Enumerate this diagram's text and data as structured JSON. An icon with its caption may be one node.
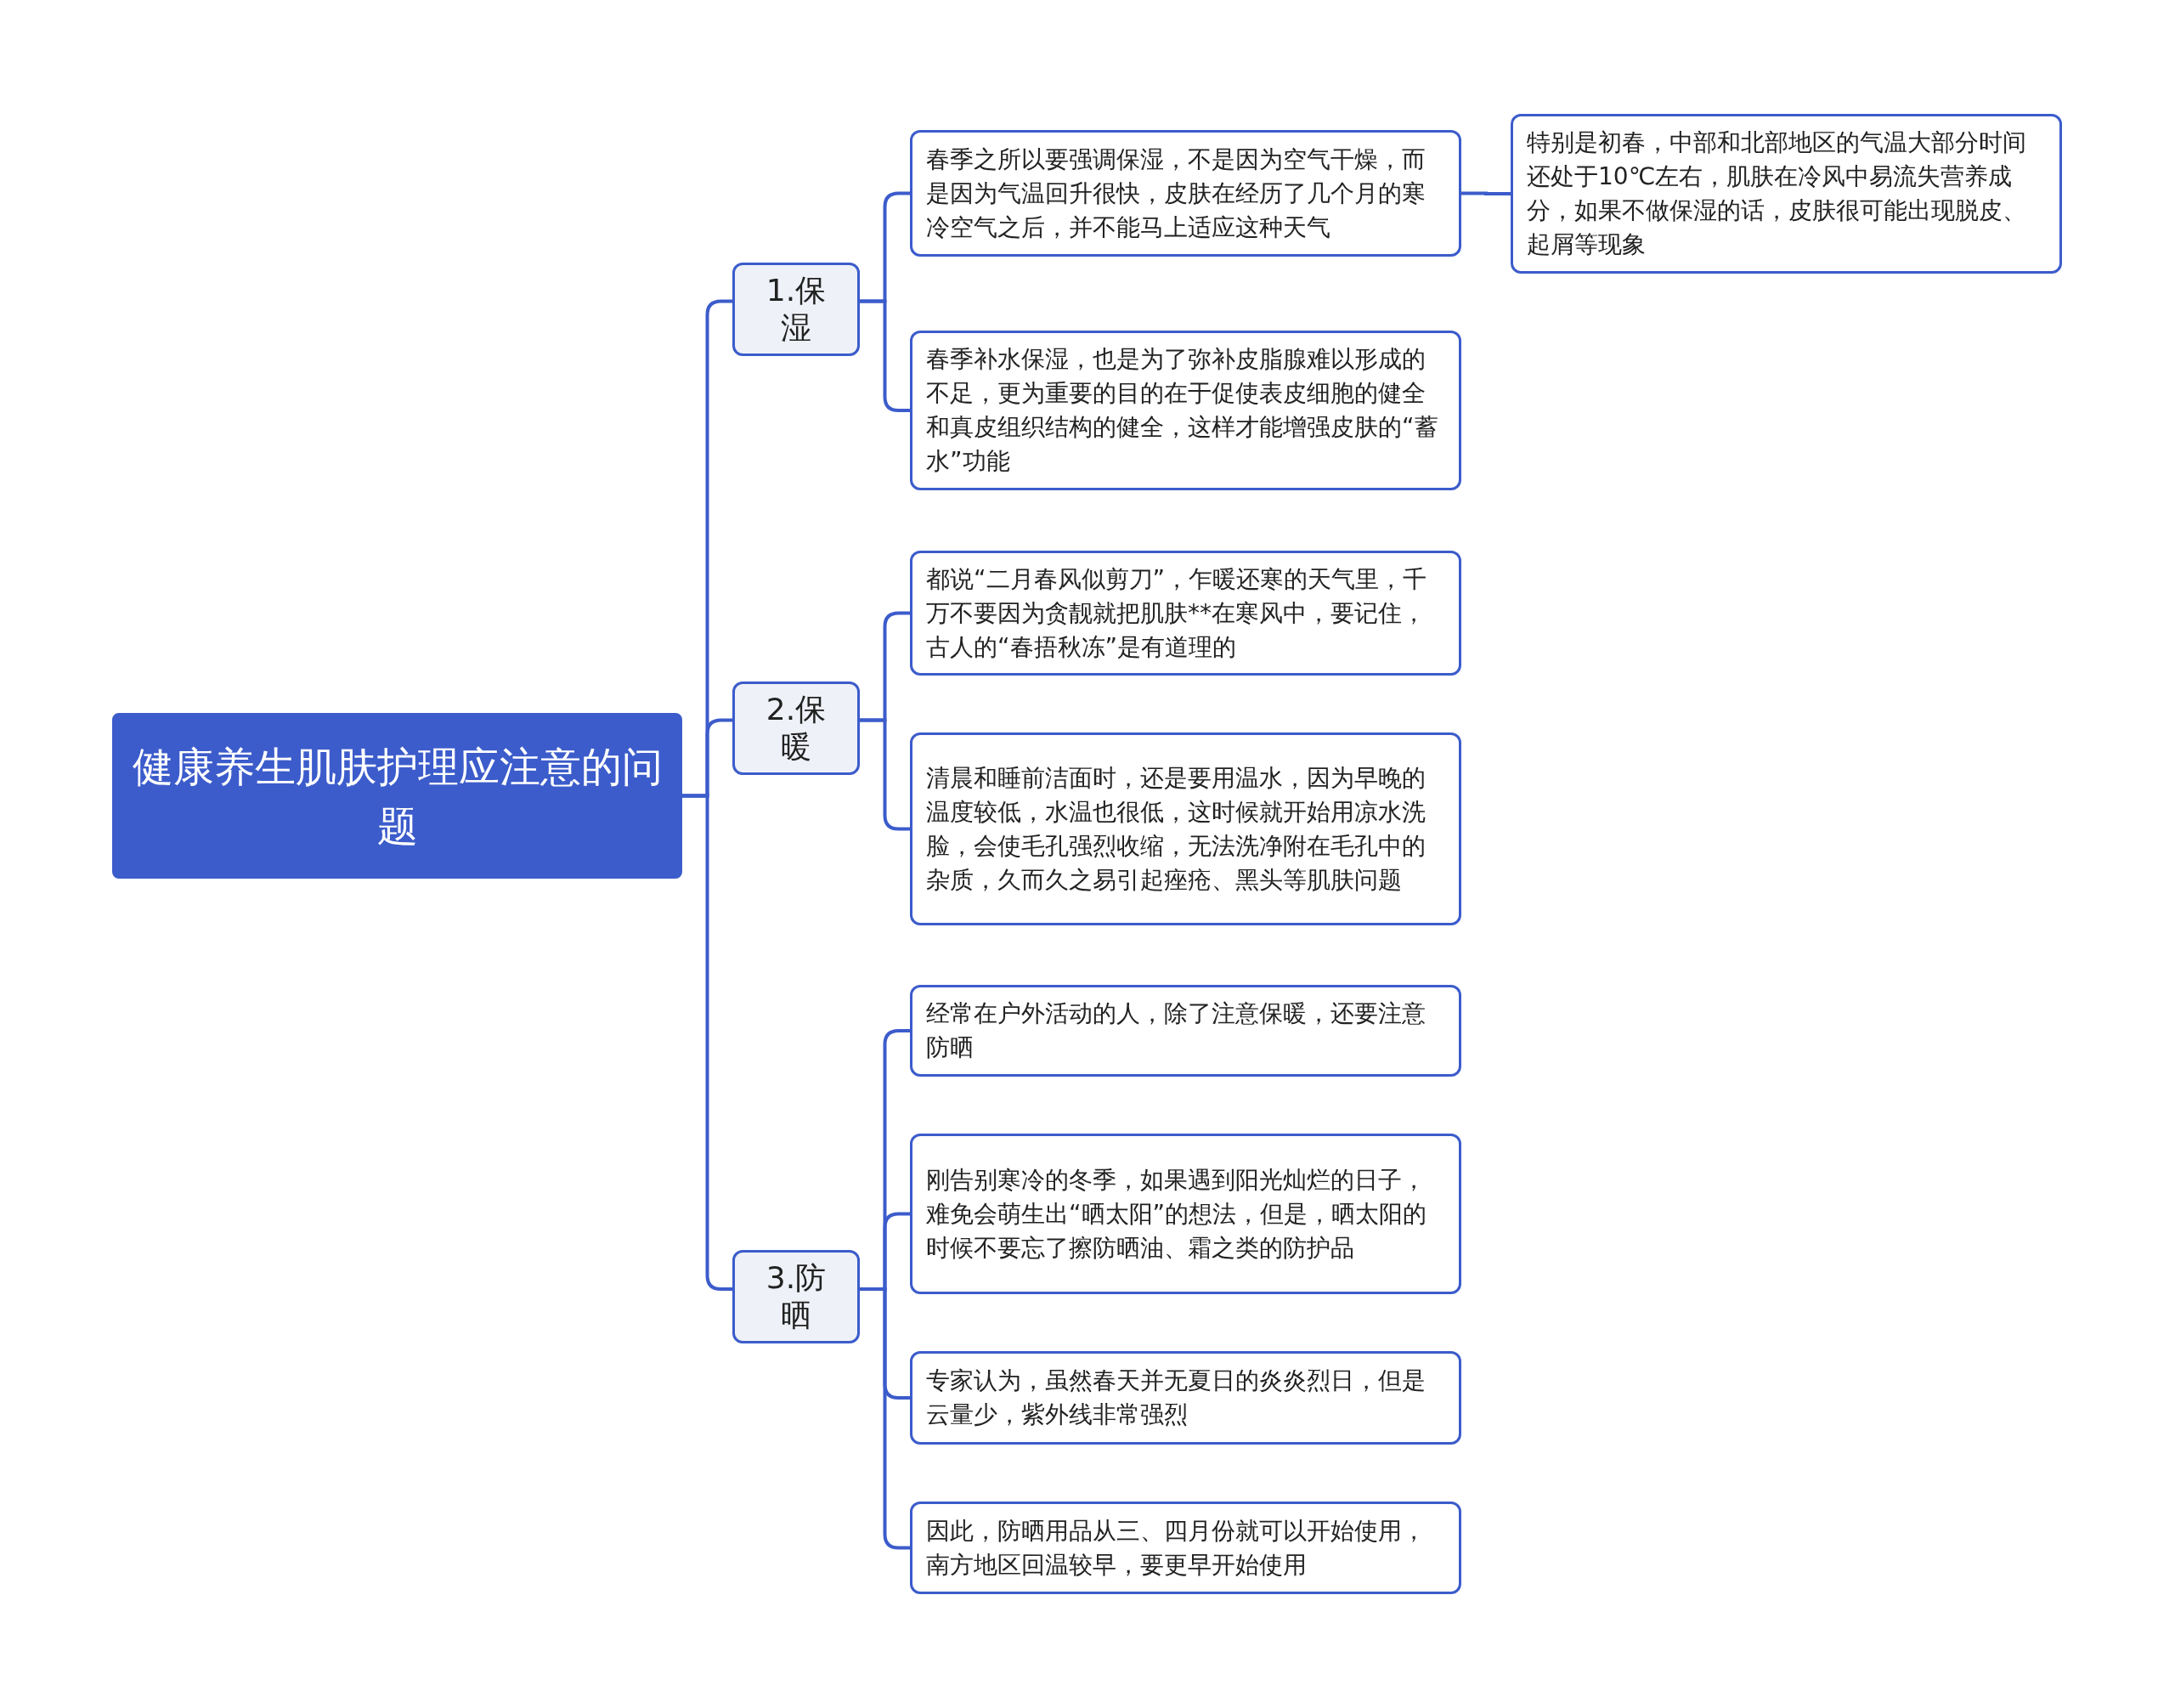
{
  "diagram": {
    "nodes": [
      {
        "text": [
          "健康养生肌肤护理应注意的问题"
        ]
      },
      {
        "text": [
          "1.保湿"
        ]
      },
      {
        "text": [
          "春季之所以要强调保湿，不是因为空气干燥，而是因为气温回升很快，皮肤在经历了几个月的寒冷空气之后，并不能马上适应这种天气"
        ]
      },
      {
        "text": [
          "特别是初春，中部和北部地区的气温大部分时间还处于10℃左右，肌肤在冷风中易流失营养成分，如果不做保湿的话，皮肤很可能出现脱皮、起屑等现象"
        ]
      },
      {
        "text": [
          "春季补水保湿，也是为了弥补皮脂腺难以形成的不足，更为重要的目的在于促使表皮细胞的健全和真皮组织结构的健全，这样才能增强皮肤的“蓄水”功能"
        ]
      },
      {
        "text": [
          "2.保暖"
        ]
      },
      {
        "text": [
          "都说“二月春风似剪刀”，乍暖还寒的天气里，千万不要因为贪靓就把肌肤**在寒风中，要记住，古人的“春捂秋冻”是有道理的"
        ]
      },
      {
        "text": [
          "清晨和睡前洁面时，还是要用温水，因为早晚的温度较低，水温也很低，这时候就开始用凉水洗脸，会使毛孔强烈收缩，无法洗净附在毛孔中的杂质，久而久之易引起痤疮、黑头等肌肤问题"
        ]
      },
      {
        "text": [
          "3.防晒"
        ]
      },
      {
        "text": [
          "经常在户外活动的人，除了注意保暖，还要注意防晒"
        ]
      },
      {
        "text": [
          "刚告别寒冷的冬季，如果遇到阳光灿烂的日子，难免会萌生出“晒太阳”的想法，但是，晒太阳的时候不要忘了擦防晒油、霜之类的防护品"
        ]
      },
      {
        "text": [
          "专家认为，虽然春天并无夏日的炎炎烈日，但是云量少，紫外线非常强烈"
        ]
      },
      {
        "text": [
          "因此，防晒用品从三、四月份就可以开始使用，南方地区回温较早，要更早开始使用"
        ]
      }
    ],
    "edges": [
      {
        "from": 0,
        "to": 1,
        "arrow": "none"
      },
      {
        "from": 0,
        "to": 5,
        "arrow": "none"
      },
      {
        "from": 0,
        "to": 8,
        "arrow": "none"
      },
      {
        "from": 1,
        "to": 2,
        "arrow": "none"
      },
      {
        "from": 1,
        "to": 4,
        "arrow": "none"
      },
      {
        "from": 2,
        "to": 3,
        "arrow": "none"
      },
      {
        "from": 5,
        "to": 6,
        "arrow": "none"
      },
      {
        "from": 5,
        "to": 7,
        "arrow": "none"
      },
      {
        "from": 8,
        "to": 9,
        "arrow": "none"
      },
      {
        "from": 8,
        "to": 10,
        "arrow": "none"
      },
      {
        "from": 8,
        "to": 11,
        "arrow": "none"
      },
      {
        "from": 8,
        "to": 12,
        "arrow": "none"
      }
    ]
  }
}
